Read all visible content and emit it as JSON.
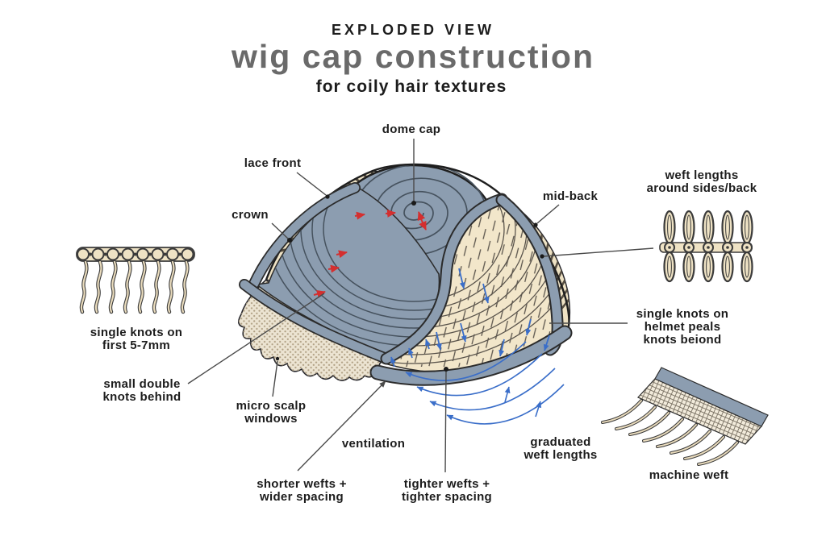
{
  "title": {
    "kicker": "EXPLODED VIEW",
    "main": "wig cap construction",
    "subtitle": "for coily hair textures"
  },
  "callouts": {
    "dome_cap": "dome cap",
    "lace_front": "lace front",
    "crown": "crown",
    "mid_back": "mid-back",
    "weft_lengths_sides": "weft lengths\naround sides/back",
    "single_knots_first": "single knots on\nfirst 5-7mm",
    "small_double_knots": "small double\nknots behind",
    "micro_scalp_windows": "micro scalp\nwindows",
    "ventilation": "ventilation",
    "shorter_wefts": "shorter wefts +\nwider spacing",
    "tighter_wefts": "tighter wefts +\ntighter spacing",
    "graduated_weft": "graduated\nweft lengths",
    "helmet_knots": "single knots on\nhelmet peals\nknots beiond",
    "machine_weft": "machine weft"
  },
  "colors": {
    "blue_gray": "#8c9db0",
    "blue_dark_line": "#46525e",
    "cream": "#f2e6ca",
    "lace_cream": "#eee2c4",
    "mesh_bg": "#ece4d2",
    "stripe_dark": "#574f42",
    "red_arrow": "#d42f2f",
    "blue_arrow": "#3a6ec9",
    "leader_line": "#4a4a4a",
    "title_gray": "#6a6a6a",
    "ink": "#1c1c1c"
  }
}
